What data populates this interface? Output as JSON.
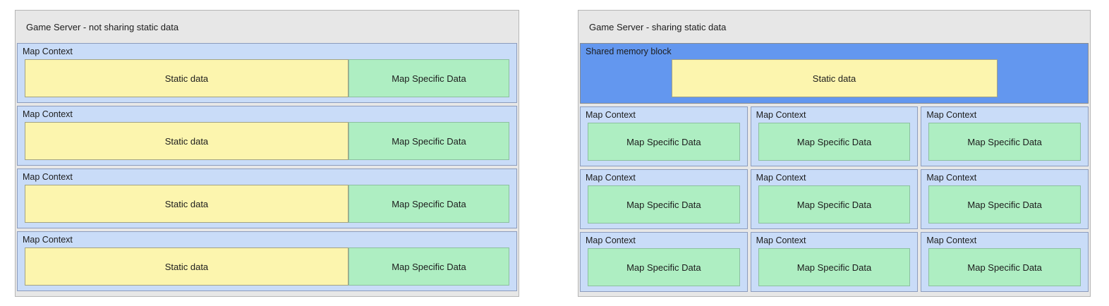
{
  "left_panel": {
    "title": "Game Server - not sharing static data",
    "rows": [
      {
        "label": "Map Context",
        "static": "Static data",
        "map_specific": "Map Specific Data"
      },
      {
        "label": "Map Context",
        "static": "Static data",
        "map_specific": "Map Specific Data"
      },
      {
        "label": "Map Context",
        "static": "Static data",
        "map_specific": "Map Specific Data"
      },
      {
        "label": "Map Context",
        "static": "Static data",
        "map_specific": "Map Specific Data"
      }
    ]
  },
  "right_panel": {
    "title": "Game Server - sharing static data",
    "shared_memory": {
      "label": "Shared memory block",
      "static": "Static data"
    },
    "cells": [
      {
        "label": "Map Context",
        "map_specific": "Map Specific Data"
      },
      {
        "label": "Map Context",
        "map_specific": "Map Specific Data"
      },
      {
        "label": "Map Context",
        "map_specific": "Map Specific Data"
      },
      {
        "label": "Map Context",
        "map_specific": "Map Specific Data"
      },
      {
        "label": "Map Context",
        "map_specific": "Map Specific Data"
      },
      {
        "label": "Map Context",
        "map_specific": "Map Specific Data"
      },
      {
        "label": "Map Context",
        "map_specific": "Map Specific Data"
      },
      {
        "label": "Map Context",
        "map_specific": "Map Specific Data"
      },
      {
        "label": "Map Context",
        "map_specific": "Map Specific Data"
      }
    ]
  },
  "colors": {
    "page_bg": "#ffffff",
    "panel_bg": "#e7e7e7",
    "panel_border": "#b6b6b6",
    "map_context_bg": "#c9dcf8",
    "map_context_border": "#8c9cbd",
    "shared_memory_bg": "#6397ef",
    "static_data_bg": "#fcf5ae",
    "static_data_border": "#a3a383",
    "map_specific_bg": "#aeeec2",
    "map_specific_border": "#8cc0a0",
    "text": "#1c1c1c"
  }
}
